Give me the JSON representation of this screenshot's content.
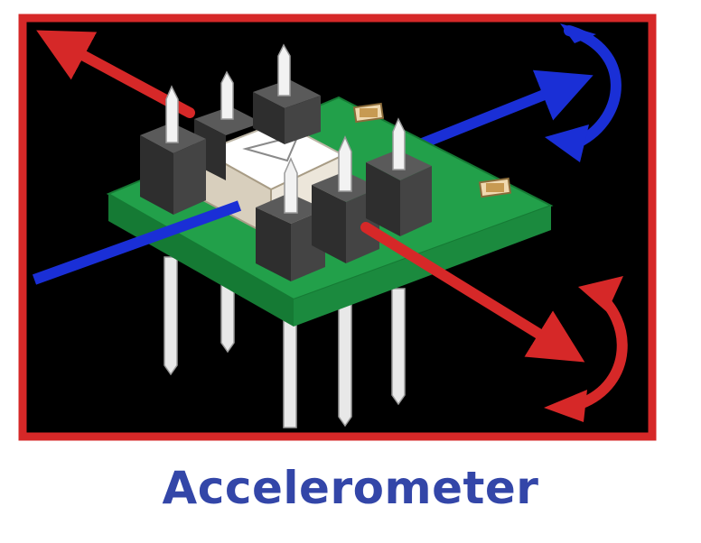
{
  "caption": "Accelerometer",
  "colors": {
    "frame": "#d62828",
    "background": "#000000",
    "pcb": "#22a04a",
    "pcb_edge": "#157a34",
    "x_axis": "#d62828",
    "y_axis": "#1a2fd6",
    "rotation_arrow_top": "#1a2fd6",
    "rotation_arrow_bottom": "#d62828",
    "caption": "#3346a8",
    "pin": "#e8e8e8",
    "header_block": "#3a3a3a",
    "chip": "#f4f0e8"
  },
  "icons": {
    "top_arrow": "curved-rotation-arrow",
    "bottom_arrow": "curved-double-arrow"
  }
}
